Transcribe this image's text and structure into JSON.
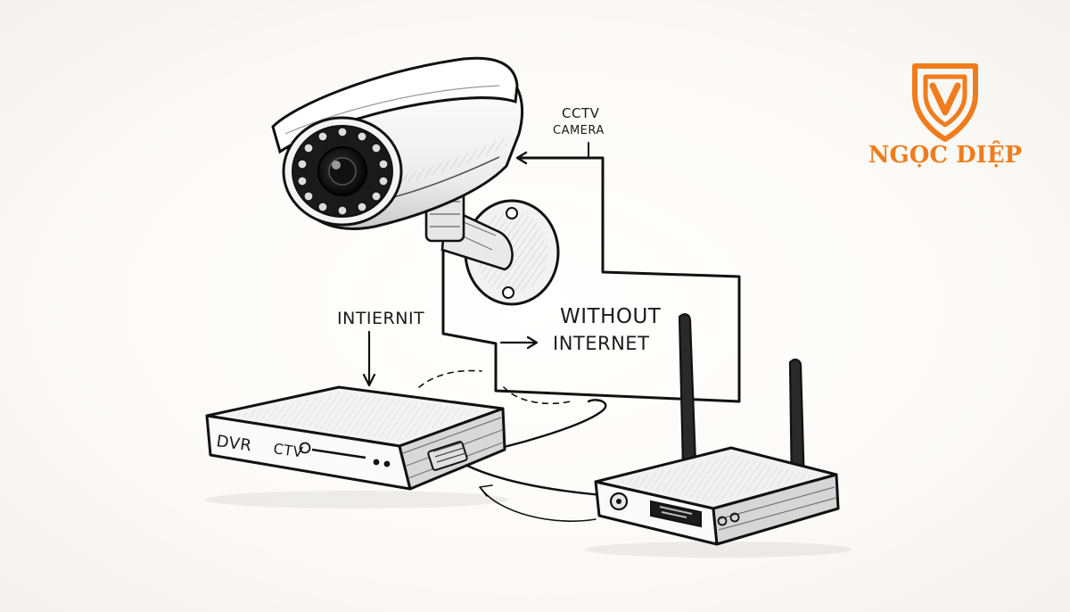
{
  "labels": {
    "camera_line1": "CCTV",
    "camera_line2": "CAMERA",
    "internet": "INTIERNIT",
    "without_line1": "WITHOUT",
    "without_line2": "INTERNET",
    "dvr": "DVR",
    "dvr_model": "CTV"
  },
  "brand": {
    "name": "NGỌC DIỆP",
    "color": "#f07c1c"
  },
  "icons": {
    "logo": "shield-v-logo-icon"
  }
}
